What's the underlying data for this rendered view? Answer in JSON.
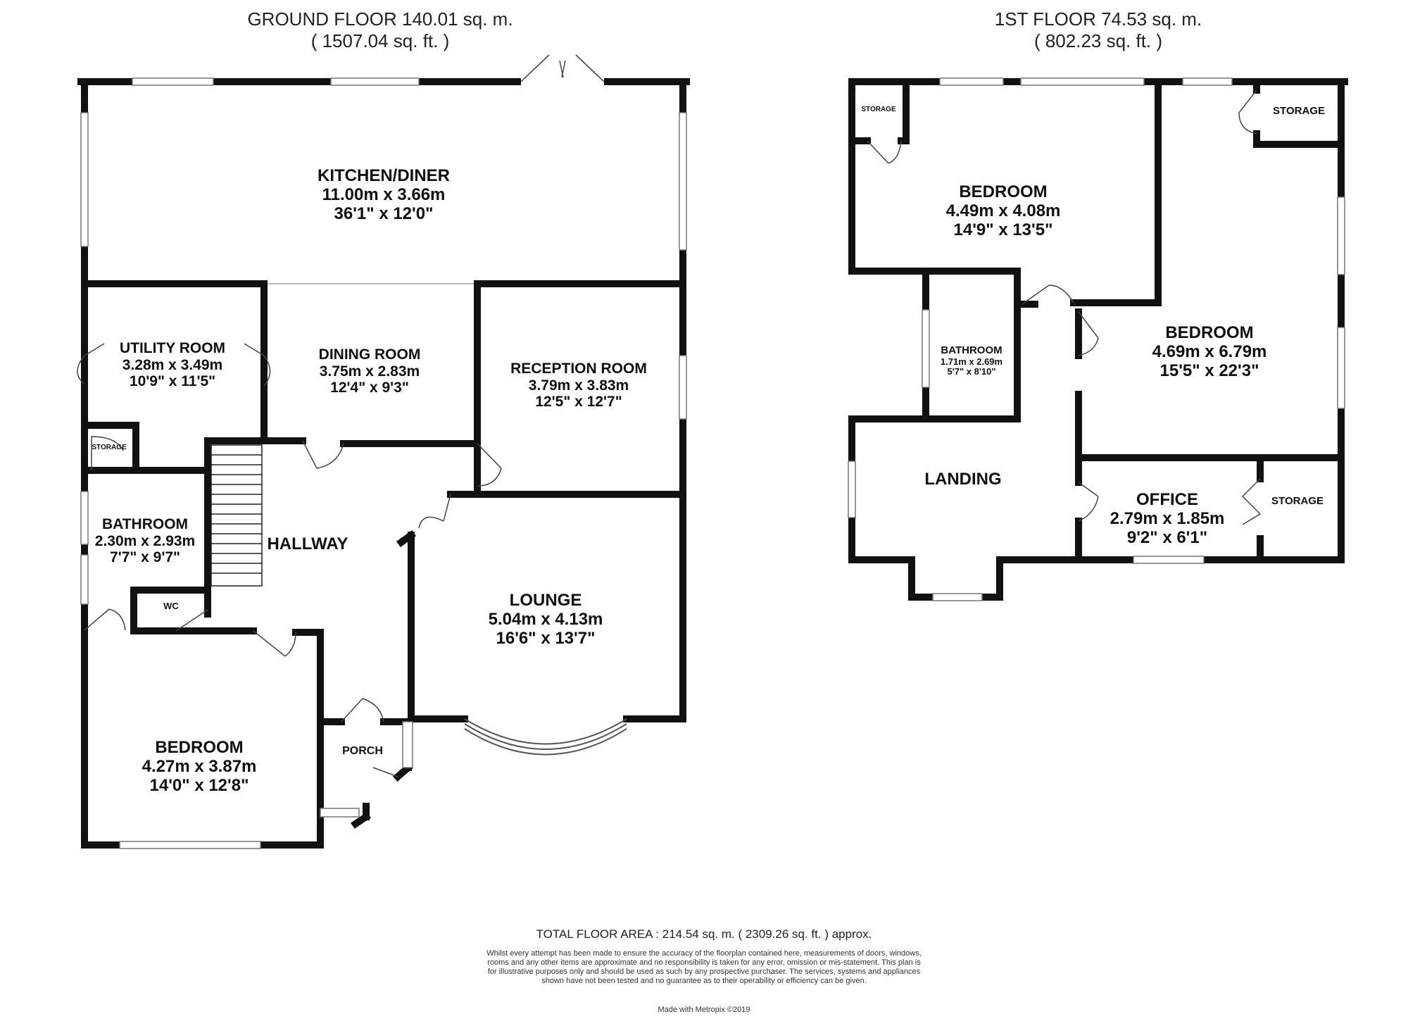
{
  "ground_floor": {
    "title": "GROUND FLOOR 140.01 sq. m.",
    "subtitle": "( 1507.04 sq. ft. )",
    "rooms": [
      {
        "name": "KITCHEN/DINER",
        "metric": "11.00m x 3.66m",
        "imperial": "36'1\" x 12'0\""
      },
      {
        "name": "UTILITY ROOM",
        "metric": "3.28m x 3.49m",
        "imperial": "10'9\" x 11'5\""
      },
      {
        "name": "DINING ROOM",
        "metric": "3.75m x 2.83m",
        "imperial": "12'4\" x 9'3\""
      },
      {
        "name": "RECEPTION ROOM",
        "metric": "3.79m x 3.83m",
        "imperial": "12'5\" x 12'7\""
      },
      {
        "name": "BATHROOM",
        "metric": "2.30m x 2.93m",
        "imperial": "7'7\" x 9'7\""
      },
      {
        "name": "LOUNGE",
        "metric": "5.04m x 4.13m",
        "imperial": "16'6\" x 13'7\""
      },
      {
        "name": "BEDROOM",
        "metric": "4.27m x 3.87m",
        "imperial": "14'0\" x 12'8\""
      }
    ],
    "simple_labels": {
      "storage": "STORAGE",
      "hallway": "HALLWAY",
      "wc": "WC",
      "porch": "PORCH"
    }
  },
  "first_floor": {
    "title": "1ST FLOOR 74.53 sq. m.",
    "subtitle": "( 802.23 sq. ft. )",
    "rooms": [
      {
        "name": "BEDROOM",
        "metric": "4.49m x 4.08m",
        "imperial": "14'9\" x 13'5\""
      },
      {
        "name": "BEDROOM",
        "metric": "4.69m x 6.79m",
        "imperial": "15'5\" x 22'3\""
      },
      {
        "name": "BATHROOM",
        "metric": "1.71m x 2.69m",
        "imperial": "5'7\" x 8'10\""
      },
      {
        "name": "OFFICE",
        "metric": "2.79m x 1.85m",
        "imperial": "9'2\" x 6'1\""
      }
    ],
    "simple_labels": {
      "storage_1": "STORAGE",
      "storage_2": "STORAGE",
      "storage_3": "STORAGE",
      "landing": "LANDING"
    }
  },
  "footer": {
    "total": "TOTAL FLOOR AREA : 214.54 sq. m. ( 2309.26 sq. ft. ) approx.",
    "disclaimer": "Whilst every attempt has been made to ensure the accuracy of the floorplan contained here, measurements of doors, windows, rooms and any other items are approximate and no responsibility is taken for any error, omission or mis-statement. This plan is for illustrative purposes only and should be used as such by any prospective purchaser. The services, systems and appliances shown have not been tested and no guarantee as to their operability or efficiency can be given.",
    "made_with": "Made with Metropix ©2019"
  },
  "colors": {
    "wall": "#111111",
    "window": "#ffffff",
    "window_line": "#777777",
    "door": "#444444",
    "text": "#111111"
  }
}
